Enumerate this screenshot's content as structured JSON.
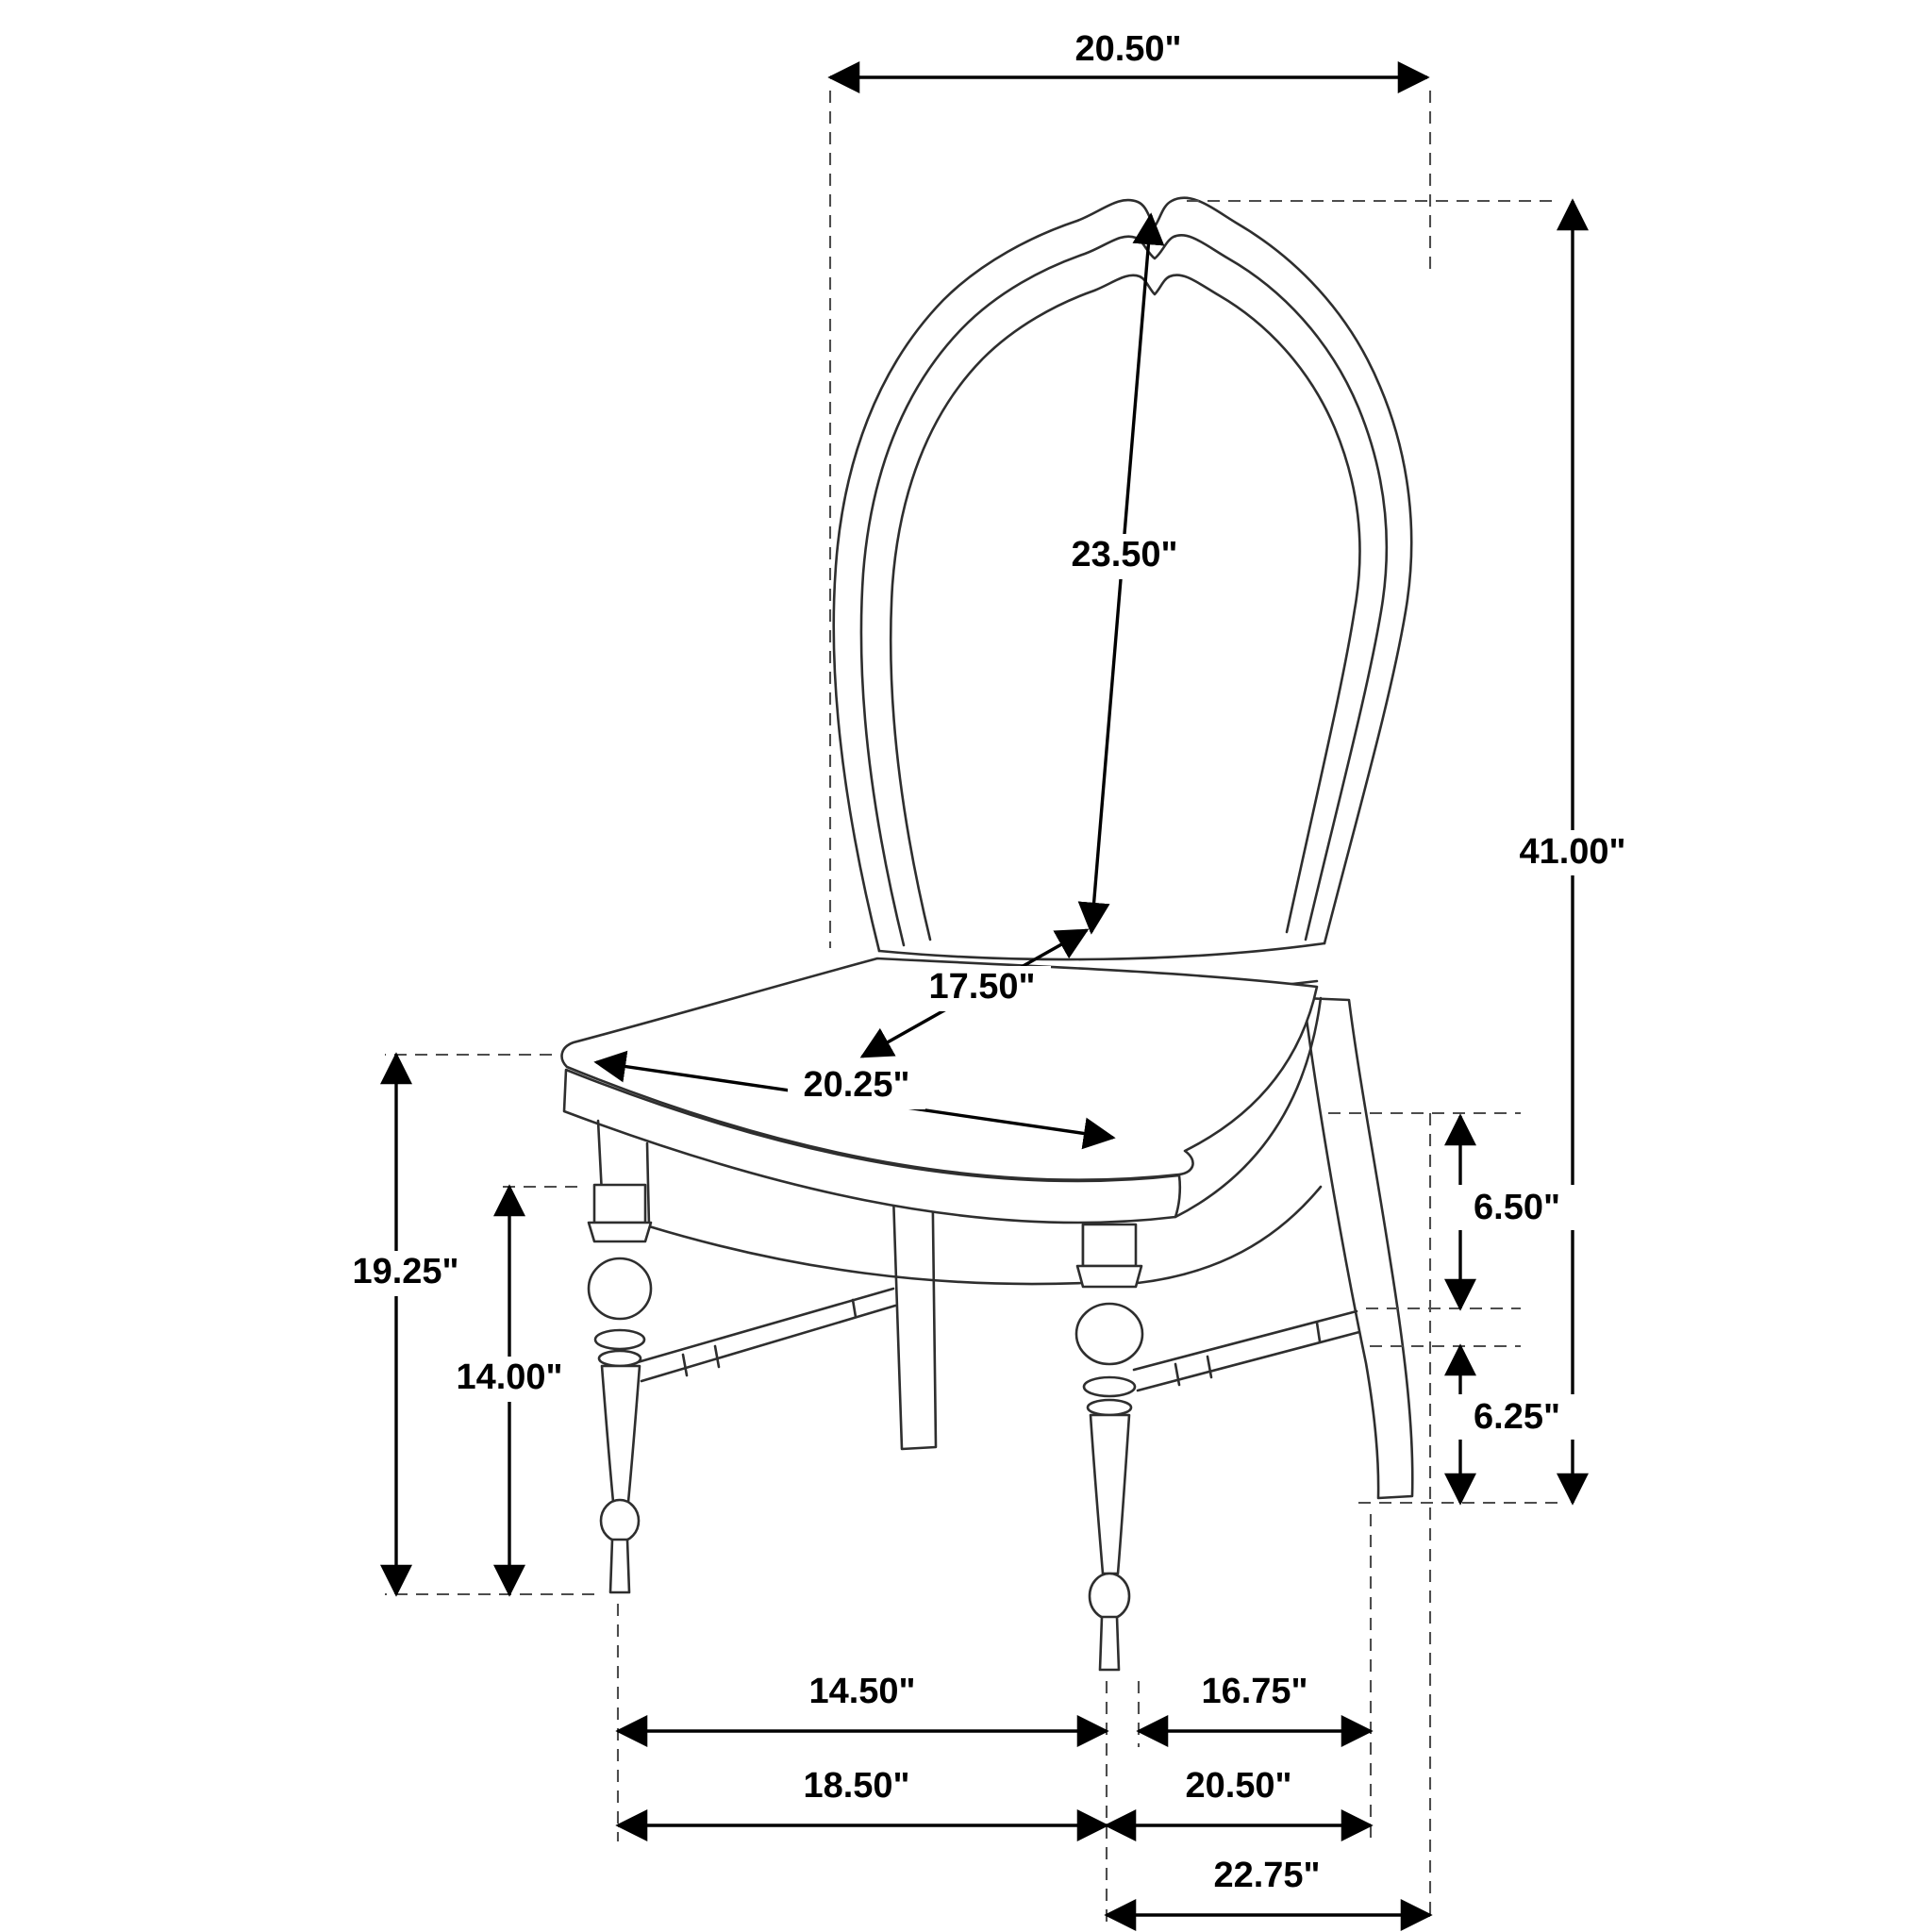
{
  "meta": {
    "description": "Dining side chair dimension line drawing",
    "units": "inches",
    "background_color": "#ffffff",
    "line_color": "#2e2e2e",
    "dimension_color": "#000000"
  },
  "dims": {
    "back_width": "20.50\"",
    "back_height": "23.50\"",
    "overall_height": "41.00\"",
    "seat_depth": "17.50\"",
    "seat_width": "20.25\"",
    "seat_height": "19.25\"",
    "leg_height": "14.00\"",
    "seat_to_stretcher": "6.50\"",
    "stretcher_to_floor": "6.25\"",
    "front_leg_span": "14.50\"",
    "side_leg_span": "16.75\"",
    "front_width": "18.50\"",
    "side_depth": "20.50\"",
    "overall_depth": "22.75\""
  }
}
